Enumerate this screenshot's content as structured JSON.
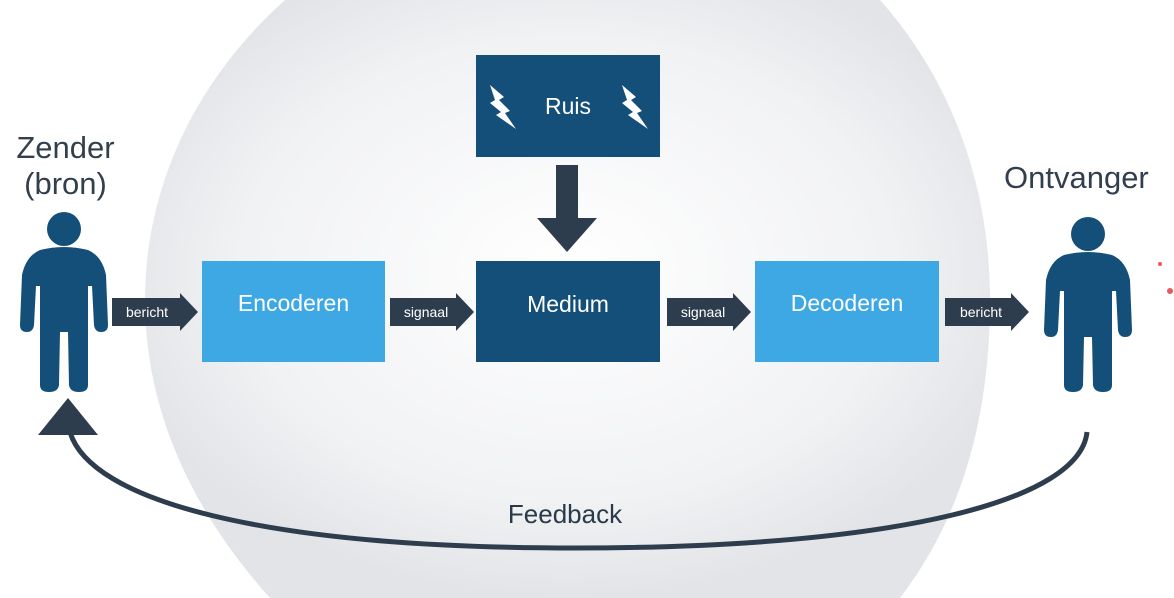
{
  "actors": {
    "sender_line1": "Zender",
    "sender_line2": "(bron)",
    "receiver": "Ontvanger"
  },
  "boxes": {
    "noise": "Ruis",
    "encoder": "Encoderen",
    "medium": "Medium",
    "decoder": "Decoderen"
  },
  "arrows": {
    "message_out": "bericht",
    "signal_1": "signaal",
    "signal_2": "signaal",
    "message_in": "bericht"
  },
  "feedback": "Feedback",
  "colors": {
    "light_box": "#3ea8e5",
    "dark_box": "#134f78",
    "arrow": "#2e3d4e",
    "person": "#134f78",
    "text": "#333f4d"
  },
  "icons": [
    "lightning-icon",
    "person-icon"
  ]
}
